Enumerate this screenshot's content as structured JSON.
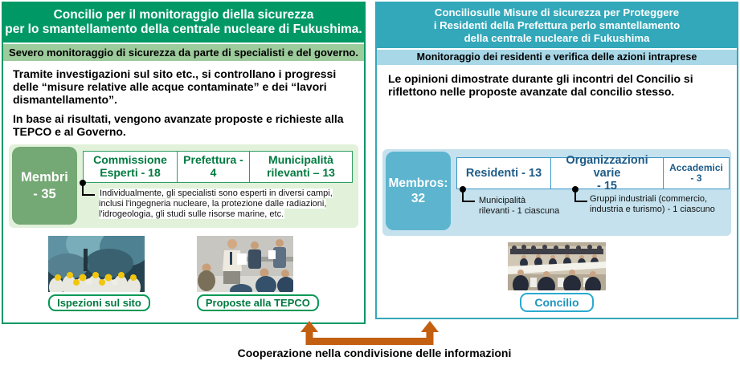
{
  "left_panel": {
    "title": "Concilio per il monitoraggio diella sicurezza\nper lo smantellamento della centrale nucleare di Fukushima.",
    "subtitle": "Severo monitoraggio di sicurezza da parte di specialisti e del governo.",
    "paragraphs": {
      "p1": "Tramite investigazioni sul sito etc., si controllano i progressi delle “misure relative alle acque contaminate” e dei “lavori dismantellamento”.",
      "p2": "In base ai risultati, vengono avanzate proposte e richieste alla TEPCO e al Governo."
    },
    "members": {
      "badge": "Membri\n- 35",
      "cells": [
        {
          "label": "Commissione\nEsperti - 18"
        },
        {
          "label": "Prefettura - 4"
        },
        {
          "label": "Municipalità\nrilevanti – 13"
        }
      ],
      "note": "Individualmente, gli specialisti sono esperti in diversi campi, inclusi l'ingegneria nucleare, la protezione dalle radiazioni, l'idrogeologia, gli studi sulle risorse marine, etc."
    },
    "captions": {
      "photo1": "Ispezioni sul sito",
      "photo2": "Proposte alla TEPCO"
    }
  },
  "right_panel": {
    "title": "Conciliosulle Misure di sicurezza per Proteggere\ni Residenti della Prefettura perlo smantellamento\ndella centrale nucleare di Fukushima",
    "subtitle": "Monitoraggio dei residenti e verifica delle azioni intraprese",
    "paragraphs": {
      "p1": "Le opinioni dimostrate durante gli incontri del Concilio si riflettono nelle proposte avanzate dal concilio stesso."
    },
    "members": {
      "badge": "Membros:\n32",
      "cells": [
        {
          "label": "Residenti - 13"
        },
        {
          "label": "Organizzazioni varie\n- 15"
        },
        {
          "label": "Accademici\n- 3"
        }
      ],
      "note1": "Municipalità\nrilevanti - 1 ciascuna",
      "note2": "Gruppi industriali (commercio, industria e turismo) - 1 ciascuno"
    },
    "captions": {
      "photo3": "Concilio"
    }
  },
  "footer": {
    "arrow_label": "Cooperazione nella condivisione delle informazioni"
  },
  "photos": {
    "photo1": "site-inspection-photo",
    "photo2": "tepco-proposal-photo",
    "photo3": "council-meeting-photo"
  },
  "colors": {
    "left_green": "#009966",
    "left_light_green": "#9CCB9C",
    "left_pale_green": "#E1F1DA",
    "left_badge_green": "#74A874",
    "left_text_green": "#007A40",
    "right_teal": "#33A8BA",
    "right_light_blue": "#A8D8E8",
    "right_pale_blue": "#C4E1ED",
    "right_badge_teal": "#5CB4CF",
    "right_text_blue": "#1D5C88",
    "arrow_orange": "#C35F11"
  }
}
